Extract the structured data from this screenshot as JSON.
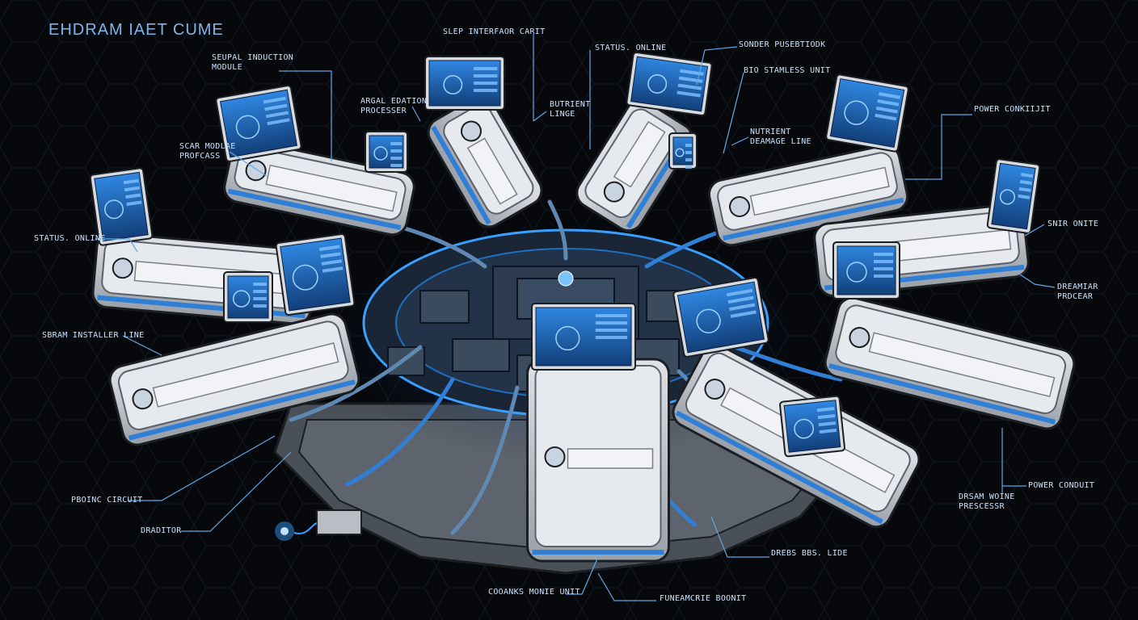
{
  "title": "EHDRAM IAET CUME",
  "labels": {
    "sleep_interface_cart": "SLEP INTERFAOR CARIT",
    "status_online_top": "STATUS. ONLINE",
    "sensor_processor_top": "SONDER PUSEBTIODK",
    "neural_induction_module": "SEUPAL INDUCTION\nMODULE",
    "bio_stabilizer_unit": "BIO STAMLESS UNIT",
    "neural_processor": "ARGAL EDATION\nPROCESSER",
    "nutrient_line": "BUTRIENT\nLINGE",
    "power_conduit_top_right": "POWER CONKIIJIT",
    "sensor_module_left": "SCAR MODLAE\nPROFCASS",
    "nutrient_dispenser": "NUTRIENT\nDEAMAGE LINE",
    "status_online_left": "STATUS. ONLINE",
    "status_online_right": "SNIR ONITE",
    "sensor_installer_line": "SBRAM INSTALLER LINE",
    "dream_module": "DREAMIAR\nPRDCEAR",
    "dream_wave_processor": "DRSAM WOINE\nPRESCESSR",
    "power_conduit_bottom_right": "POWER CONDUIT",
    "phonic_circuit": "PBOINC CIRCUIT",
    "dream_router": "DRADITOR",
    "dream_pulse_cable": "DREBS BBS. LIDE",
    "cooling_module": "COOANKS MONIE UNIT",
    "fluid_feed_monitor": "FUNEAMCRIE BOONIT"
  },
  "colors": {
    "background": "#06080c",
    "glow": "#3aa0ff",
    "label": "#c9e3ff",
    "pod_shell": "#c8ccd2",
    "sheet": "#e6e9ee",
    "screen": "#1c5aa8"
  }
}
